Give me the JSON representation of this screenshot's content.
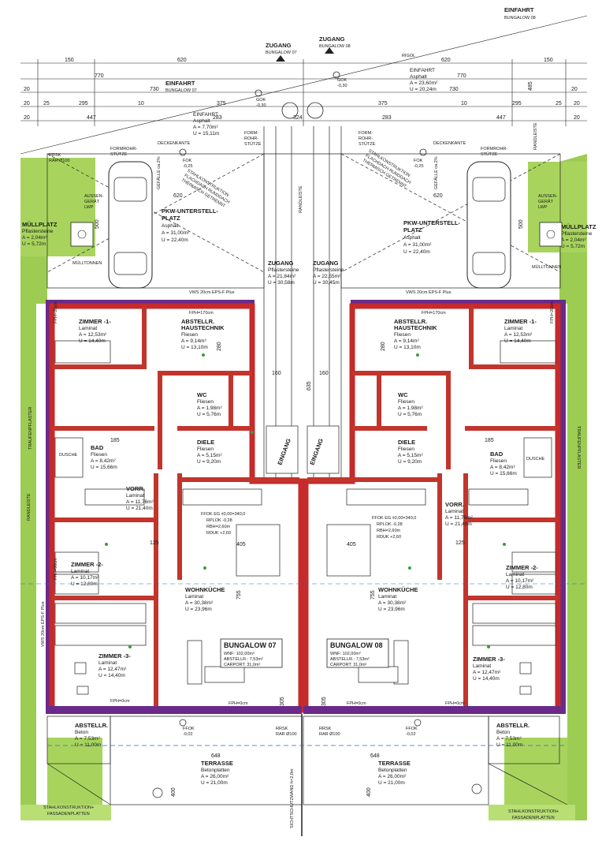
{
  "header": {
    "einfahrt_top": "EINFAHRT",
    "einfahrt_top_sub": "BUNGALOW 08",
    "zugang_left": "ZUGANG",
    "zugang_left_sub": "BUNGALOW 07",
    "zugang_right": "ZUGANG",
    "zugang_right_sub": "BUNGALOW 08",
    "riegl": "RIGOL",
    "einfahrt_left": "EINFAHRT",
    "einfahrt_left_sub": "BUNGALOW 07"
  },
  "outside": {
    "asphalt_left": [
      "EINFAHRT",
      "Asphalt",
      "A = 7,70m²",
      "U = 15,11m"
    ],
    "asphalt_right": [
      "EINFAHRT",
      "Asphalt",
      "A = 23,60m²",
      "U = 20,24m"
    ],
    "gok_left": [
      "GOK",
      "-0,30"
    ],
    "gok_right": [
      "GOK",
      "-0,30"
    ],
    "formrohr_left": [
      "FORMROHR-",
      "STÜTZE"
    ],
    "formrohr_right": [
      "FORMROHR-",
      "STÜTZE"
    ],
    "formrohr_mid_left": [
      "FORM-",
      "ROHR-",
      "STÜTZE"
    ],
    "formrohr_mid_right": [
      "FORM-",
      "ROHR-",
      "STÜTZE"
    ],
    "deckenkante_left": "DECKENKANTE",
    "deckenkante_right": "DECKENKANTE",
    "fok_left": [
      "FOK",
      "-0,25"
    ],
    "fok_right": [
      "FOK",
      "-0,25"
    ],
    "stahlkonstruktion_left": [
      "STAHLKONSTRUKTION",
      "FLACHDACH RUNDDACH",
      "THERMISCH GETRENNT"
    ],
    "stahlkonstruktion_right": [
      "STAHLKONSTRUKTION",
      "FLACHDACH RUNDDACH",
      "THERMISCH GETRENNT"
    ],
    "gefaelle": "GEFÄLLE ca.2%",
    "pkw_left": [
      "PKW-UNTERSTELL-",
      "PLATZ",
      "Asphalt",
      "A = 31,00m²",
      "U = 22,40m"
    ],
    "pkw_right": [
      "PKW-UNTERSTELL-",
      "PLATZ",
      "Asphalt",
      "A = 31,00m²",
      "U = 22,40m"
    ],
    "muell_left": [
      "MÜLLPLATZ",
      "Pflastersteine",
      "A = 2,04m²",
      "U = 5,72m"
    ],
    "muell_right": [
      "MÜLLPLATZ",
      "Pflastersteine",
      "A = 2,04m²",
      "U = 5,72m"
    ],
    "muelltonnen": "MÜLLTONNEN",
    "aussen_left": [
      "AUSSEN-",
      "GERÄT",
      "LWP"
    ],
    "aussen_right": [
      "AUSSEN-",
      "GERÄT",
      "LWP"
    ],
    "zugang_paving_left": [
      "ZUGANG",
      "Pflastersteine",
      "A = 21,84m²",
      "U = 30,58m"
    ],
    "zugang_paving_right": [
      "ZUGANG",
      "Pflastersteine",
      "A = 22,55m²",
      "U = 30,45m"
    ],
    "randleiste": "RANDLEISTE",
    "traufen": "TRAUFENPFLASTER",
    "rrsk": [
      "RRSK",
      "RAR Ø100"
    ],
    "vws": "VWS 20cm EPS-F Plus",
    "terrasse_left": [
      "TERRASSE",
      "Betonplatten",
      "A = 26,00m²",
      "U = 21,00m"
    ],
    "terrasse_right": [
      "TERRASSE",
      "Betonplatten",
      "A = 26,00m²",
      "U = 21,00m"
    ],
    "stahl_bottom_left": [
      "STAHLKONSTRUKTION+",
      "FASSADENPLATTEN"
    ],
    "stahl_bottom_right": [
      "STAHLKONSTRUKTION+",
      "FASSADENPLATTEN"
    ],
    "sichtschutz": "SICHTSCHUTZWAND h=2,0m",
    "ffok_left": [
      "FFOK",
      "-0,02"
    ],
    "ffok_right": [
      "FFOK",
      "-0,02"
    ]
  },
  "rooms_left": {
    "zimmer1": [
      "ZIMMER -1-",
      "Laminat",
      "A = 12,53m²",
      "U = 14,40m"
    ],
    "abstellr": [
      "ABSTELLR.",
      "HAUSTECHNIK",
      "Fliesen",
      "A = 9,14m²",
      "U = 13,10m"
    ],
    "wc": [
      "WC",
      "Fliesen",
      "A = 1,98m²",
      "U = 5,76m"
    ],
    "diele": [
      "DIELE",
      "Fliesen",
      "A = 5,15m²",
      "U = 9,20m"
    ],
    "bad": [
      "BAD",
      "Fliesen",
      "A = 8,42m²",
      "U = 15,66m"
    ],
    "dusche": "DUSCHE",
    "vorr": [
      "VORR.",
      "Laminat",
      "A = 11,76m²",
      "U = 21,40m"
    ],
    "zimmer2": [
      "ZIMMER -2-",
      "Laminat",
      "A = 10,17m²",
      "U = 12,80m"
    ],
    "zimmer3": [
      "ZIMMER -3-",
      "Laminat",
      "A = 12,47m²",
      "U = 14,40m"
    ],
    "wohnkueche": [
      "WOHNKÜCHE",
      "Laminat",
      "A = 30,38m²",
      "U = 23,96m"
    ],
    "abstell_beton": [
      "ABSTELLR.",
      "Beton",
      "A = 7,53m²",
      "U = 11,00m"
    ],
    "eingang": "EINGANG",
    "ffok": [
      "FFOK EG ±0,00=340,0",
      "RPLOK -0,28",
      "RBH=2,60m",
      "RDUK +2,60"
    ]
  },
  "rooms_right": {
    "zimmer1": [
      "ZIMMER -1-",
      "Laminat",
      "A = 12,53m²",
      "U = 14,40m"
    ],
    "abstellr": [
      "ABSTELLR.",
      "HAUSTECHNIK",
      "Fliesen",
      "A = 9,14m²",
      "U = 13,10m"
    ],
    "wc": [
      "WC",
      "Fliesen",
      "A = 1,98m²",
      "U = 5,76m"
    ],
    "diele": [
      "DIELE",
      "Fliesen",
      "A = 5,15m²",
      "U = 9,20m"
    ],
    "bad": [
      "BAD",
      "Fliesen",
      "A = 8,42m²",
      "U = 15,66m"
    ],
    "dusche": "DUSCHE",
    "vorr": [
      "VORR.",
      "Laminat",
      "A = 11,76m²",
      "U = 21,40m"
    ],
    "zimmer2": [
      "ZIMMER -2-",
      "Laminat",
      "A = 10,17m²",
      "U = 12,80m"
    ],
    "zimmer3": [
      "ZIMMER -3-",
      "Laminat",
      "A = 12,47m²",
      "U = 14,40m"
    ],
    "wohnkueche": [
      "WOHNKÜCHE",
      "Laminat",
      "A = 30,38m²",
      "U = 23,96m"
    ],
    "abstell_beton": [
      "ABSTELLR.",
      "Beton",
      "A = 7,53m²",
      "U = 11,00m"
    ],
    "eingang": "EINGANG",
    "ffok": [
      "FFOK EG ±0,00=340,0",
      "RPLOK -0,28",
      "RBH=2,60m",
      "RDUK +2,60"
    ]
  },
  "bungalow_left": {
    "name": "BUNGALOW 07",
    "wnf": "WNF: 102,00m²",
    "abstellr": "ABSTELLR.: 7,53m²",
    "carport": "CARPORT: 31,0m²"
  },
  "bungalow_right": {
    "name": "BUNGALOW 08",
    "wnf": "WNF: 102,00m²",
    "abstellr": "ABSTELLR.: 7,53m²",
    "carport": "CARPORT: 31,0m²"
  },
  "dims": {
    "top_row1": [
      "150",
      "620",
      "620",
      "150"
    ],
    "top_row2": [
      "770",
      "770"
    ],
    "top_row3": [
      "20",
      "730",
      "730",
      "20"
    ],
    "top_row4": [
      "20",
      "25",
      "295",
      "10",
      "375",
      "375",
      "10",
      "295",
      "25",
      "20"
    ],
    "top_row5": [
      "20",
      "447",
      "283",
      "324",
      "283",
      "447",
      "20"
    ],
    "right_dim": "485",
    "pkw_h": "500",
    "dim_620": "620",
    "fph170": "FPH=170cm",
    "fph0": "FPH=0cm",
    "fph20": "FPH=20cm",
    "fph90": "FPH=90cm",
    "bottom_648": "648",
    "bottom_400": "400",
    "dim_755": "755",
    "dim_305": "305",
    "dim_405": "405",
    "dim_185": "185",
    "dim_125": "125",
    "dim_280": "280",
    "dim_160": "160",
    "dim_635": "635"
  },
  "colors": {
    "wall_outer": "#c62a2a",
    "wall_inner": "#c2352c",
    "insulation": "#6a2a8a",
    "lawn": "#9ccc52",
    "line": "#222222",
    "dash_blue": "#2a6fc0"
  }
}
